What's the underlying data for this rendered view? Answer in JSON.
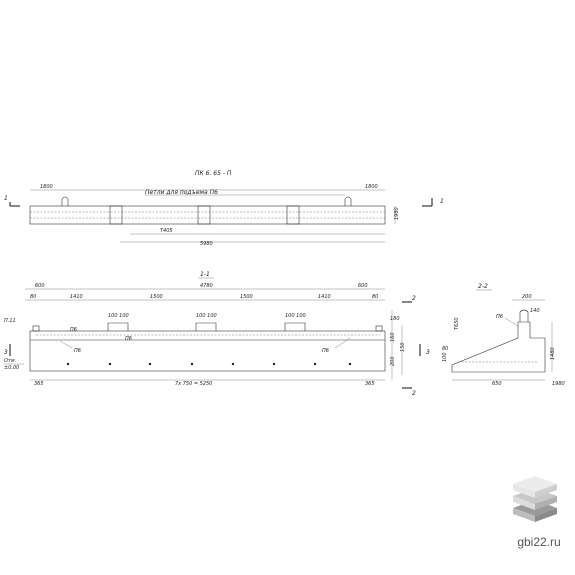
{
  "plan": {
    "title": "ПК 6. 65 - П",
    "note": "Петли для подъема П6",
    "dims": {
      "left_offset": "1800",
      "right_offset": "1800",
      "length": "5980",
      "inner": "Т405",
      "height": "1980"
    },
    "section_marks": [
      "1",
      "1"
    ]
  },
  "section_1_1": {
    "title": "1-1",
    "top_dims": {
      "end_left": "600",
      "overall": "4780",
      "end_right": "600",
      "s1": "80",
      "s2": "1410",
      "s3": "1500",
      "s4": "1500",
      "s5": "1410",
      "s6": "80",
      "pair1": "100 100",
      "pair2": "100 100",
      "pair3": "100 100"
    },
    "bottom_dims": {
      "left": "365",
      "middle": "7х 750 = 5250",
      "right": "365"
    },
    "right_dims": [
      "180",
      "160",
      "150",
      "200"
    ],
    "left_notes": [
      "П.11",
      "Отм.",
      "±0.00"
    ],
    "rebar_labels": [
      "П6",
      "П6",
      "П6",
      "П6"
    ],
    "section_marks": [
      "3",
      "3",
      "2",
      "2"
    ]
  },
  "section_2_2": {
    "title": "2-2",
    "dims": {
      "top": "200",
      "top_inner": "140",
      "left": "80",
      "left2": "100",
      "right": "1480",
      "bottom": "650",
      "bottom_right": "1980"
    },
    "rebar_label": "П6",
    "side_mark": "Т650"
  },
  "watermark": "gbi22.ru",
  "colors": {
    "ink": "#222222",
    "logo_light": "#e6e6e6",
    "logo_mid": "#c8c8c8",
    "logo_dark": "#9a9a9a"
  }
}
